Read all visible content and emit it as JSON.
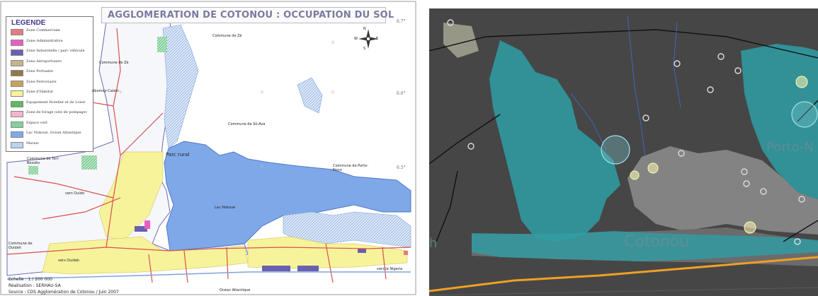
{
  "left_map": {
    "title": "AGGLOMERATION DE COTONOU : OCCUPATION DU SOL",
    "legend": {
      "title": "LEGENDE",
      "items": [
        {
          "label": "Zone Commerciale",
          "color": "#e57c7c"
        },
        {
          "label": "Zone Administrative",
          "color": "#e85fc0"
        },
        {
          "label": "Zone Industrielle / parc véhicule",
          "color": "#6b5fb0"
        },
        {
          "label": "Zone Aéroportuaire",
          "color": "#c7b48a"
        },
        {
          "label": "Zone Portuaire",
          "color": "#8e7a4a"
        },
        {
          "label": "Zone Ferroviaire",
          "color": "#c9a35c"
        },
        {
          "label": "Zone d'Habitat",
          "color": "#f7f39b"
        },
        {
          "label": "Equipement Hotelier et de Loisir",
          "color": "#5dbb5d"
        },
        {
          "label": "Zone de forage (site de pompage)",
          "color": "#f2b7c9"
        },
        {
          "label": "Espace vert",
          "color": "#7fd39a"
        },
        {
          "label": "Lac Nokoué, Océan Atlantique",
          "color": "#7fa8e8"
        },
        {
          "label": "Marais",
          "color": "#b9d3f0"
        }
      ]
    },
    "labels": {
      "commune_ze_top": "Commune de Zè",
      "commune_ze_left": "Commune de Zè",
      "abomey_calavi": "Abomey-Calavi",
      "commune_so_ava": "Commune de Sô-Ava",
      "parc_rural": "Parc rural",
      "commune_tori": "Commune de Tori-Bossito",
      "commune_porto_novo": "Commune de Porto-Novo",
      "vers_ouido": "vers Ouido",
      "lac_nokoue": "Lac Nokoué",
      "commune_ouidah": "Commune de Ouidah",
      "vers_ouidah": "vers Ouidah",
      "vers_nigeria": "vers la Nigeria",
      "ocean": "Océan Atlantique"
    },
    "coords": {
      "c1": "6.7°",
      "c2": "6.6°",
      "c3": "6.5°"
    },
    "footer": {
      "scale": "Echelle : 1 / 200 000",
      "realisation": "Réalisation : SERHAU-SA",
      "source": "Source : CDS Agglomération de Cotonou / Juin 2007"
    },
    "compass": {
      "n": "N",
      "s": "S",
      "e": "E",
      "w": "W"
    }
  },
  "right_map": {
    "city_label": "Cotonou",
    "side_label": "Porto-N",
    "left_edge_label": "h",
    "colors": {
      "background": "#464646",
      "water": "#2f9ea6",
      "urban": "#8a8a8a",
      "road": "#f0a024",
      "marker": "#f4f1b0"
    }
  }
}
